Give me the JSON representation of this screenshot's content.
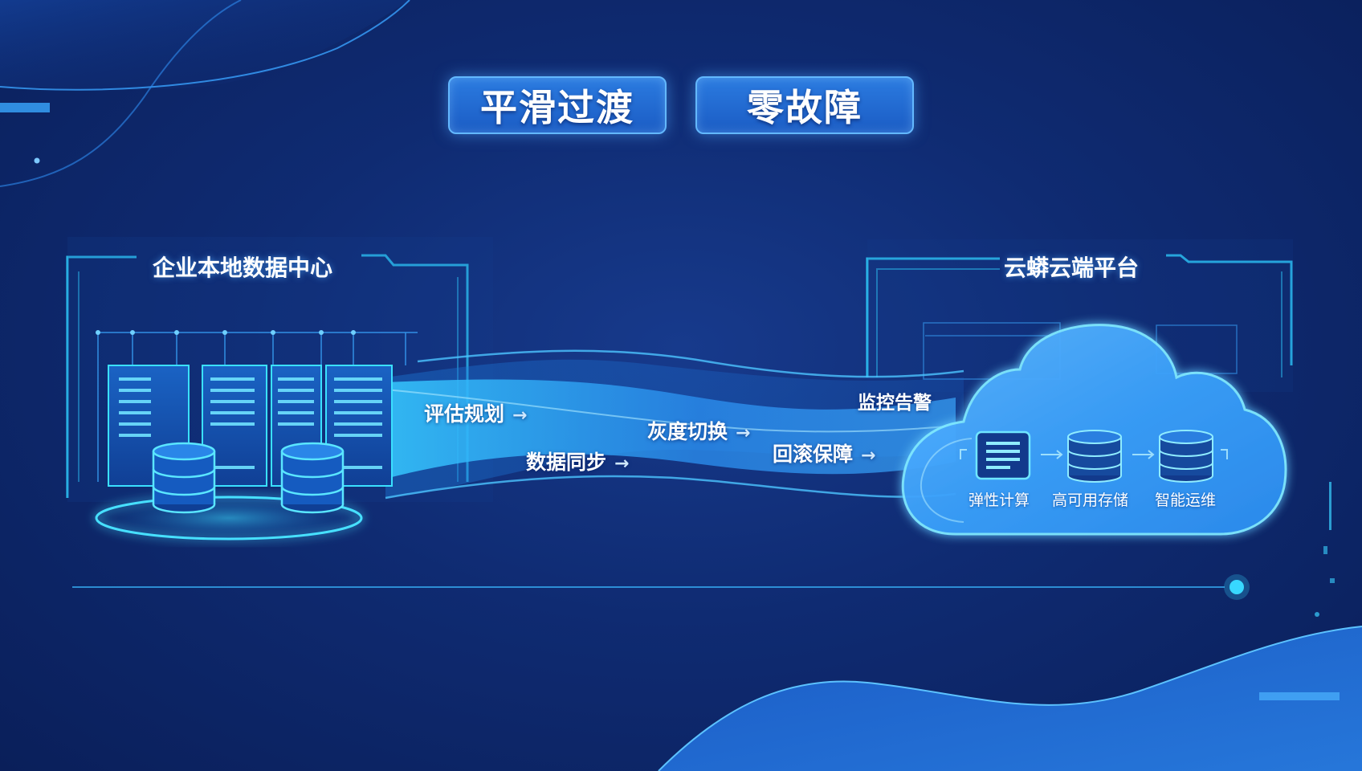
{
  "badges": {
    "left": "平滑过渡",
    "right": "零故障"
  },
  "onprem": {
    "title": "企业本地数据中心"
  },
  "cloud": {
    "title": "云蟒云端平台",
    "services": [
      "弹性计算",
      "高可用存储",
      "智能运维"
    ]
  },
  "steps": {
    "assess": "评估规划",
    "sync": "数据同步",
    "gray": "灰度切换",
    "rollback": "回滚保障",
    "monitor": "监控告警"
  },
  "arrow": "→",
  "colors": {
    "background": "#0f2b72",
    "accent_cyan": "#35d6ff",
    "badge_blue": "#2b7be0",
    "cloud_blue": "#3aa8ff"
  },
  "icons": [
    "server-rack-icon",
    "database-icon",
    "cloud-icon",
    "compute-icon"
  ]
}
